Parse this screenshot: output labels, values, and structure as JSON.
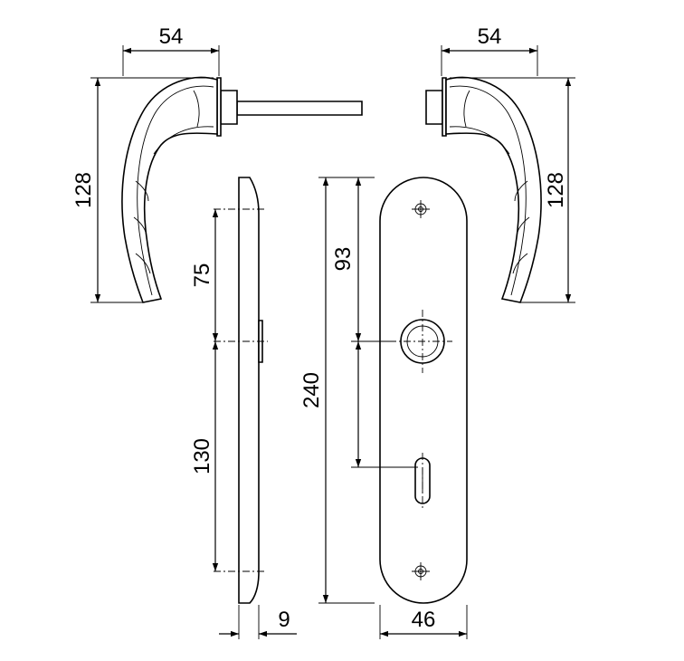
{
  "dimensions": {
    "left_handle_width": "54",
    "right_handle_width": "54",
    "left_handle_height": "128",
    "right_handle_height": "128",
    "upper_spacing": "75",
    "lower_spacing": "130",
    "plate_height": "240",
    "handle_to_key_distance": "93",
    "plate_thickness": "9",
    "plate_width": "46"
  }
}
